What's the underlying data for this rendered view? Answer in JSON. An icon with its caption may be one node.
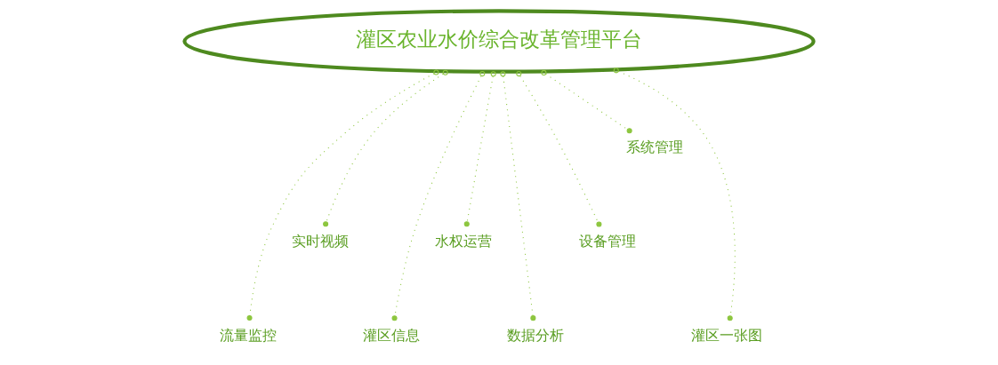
{
  "diagram": {
    "nodes": [
      {
        "text": [
          "灌区农业水价综合改革管理平台"
        ]
      },
      {
        "text": [
          "流量监控"
        ]
      },
      {
        "text": [
          "实时视频"
        ]
      },
      {
        "text": [
          "灌区信息"
        ]
      },
      {
        "text": [
          "水权运营"
        ]
      },
      {
        "text": [
          "数据分析"
        ]
      },
      {
        "text": [
          "设备管理"
        ]
      },
      {
        "text": [
          "系统管理"
        ]
      },
      {
        "text": [
          "灌区一张图"
        ]
      }
    ],
    "edges": [
      {
        "from": 0,
        "to": 1,
        "arrow": "other",
        "style": "dashed"
      },
      {
        "from": 0,
        "to": 2,
        "arrow": "other",
        "style": "dashed"
      },
      {
        "from": 0,
        "to": 3,
        "arrow": "other",
        "style": "dashed"
      },
      {
        "from": 0,
        "to": 4,
        "arrow": "other",
        "style": "dashed"
      },
      {
        "from": 0,
        "to": 5,
        "arrow": "other",
        "style": "dashed"
      },
      {
        "from": 0,
        "to": 6,
        "arrow": "other",
        "style": "dashed"
      },
      {
        "from": 0,
        "to": 7,
        "arrow": "other",
        "style": "dashed"
      },
      {
        "from": 0,
        "to": 8,
        "arrow": "other",
        "style": "dashed"
      }
    ]
  }
}
